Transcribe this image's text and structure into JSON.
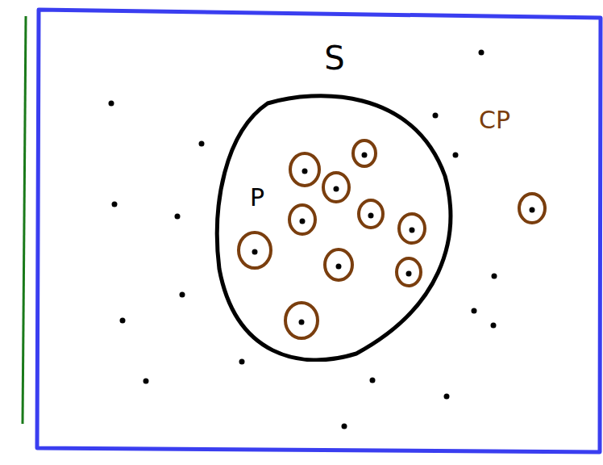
{
  "diagram": {
    "nodes": [
      {
        "text": [
          "S"
        ]
      }
    ],
    "labels": [
      "P",
      "CP"
    ]
  }
}
